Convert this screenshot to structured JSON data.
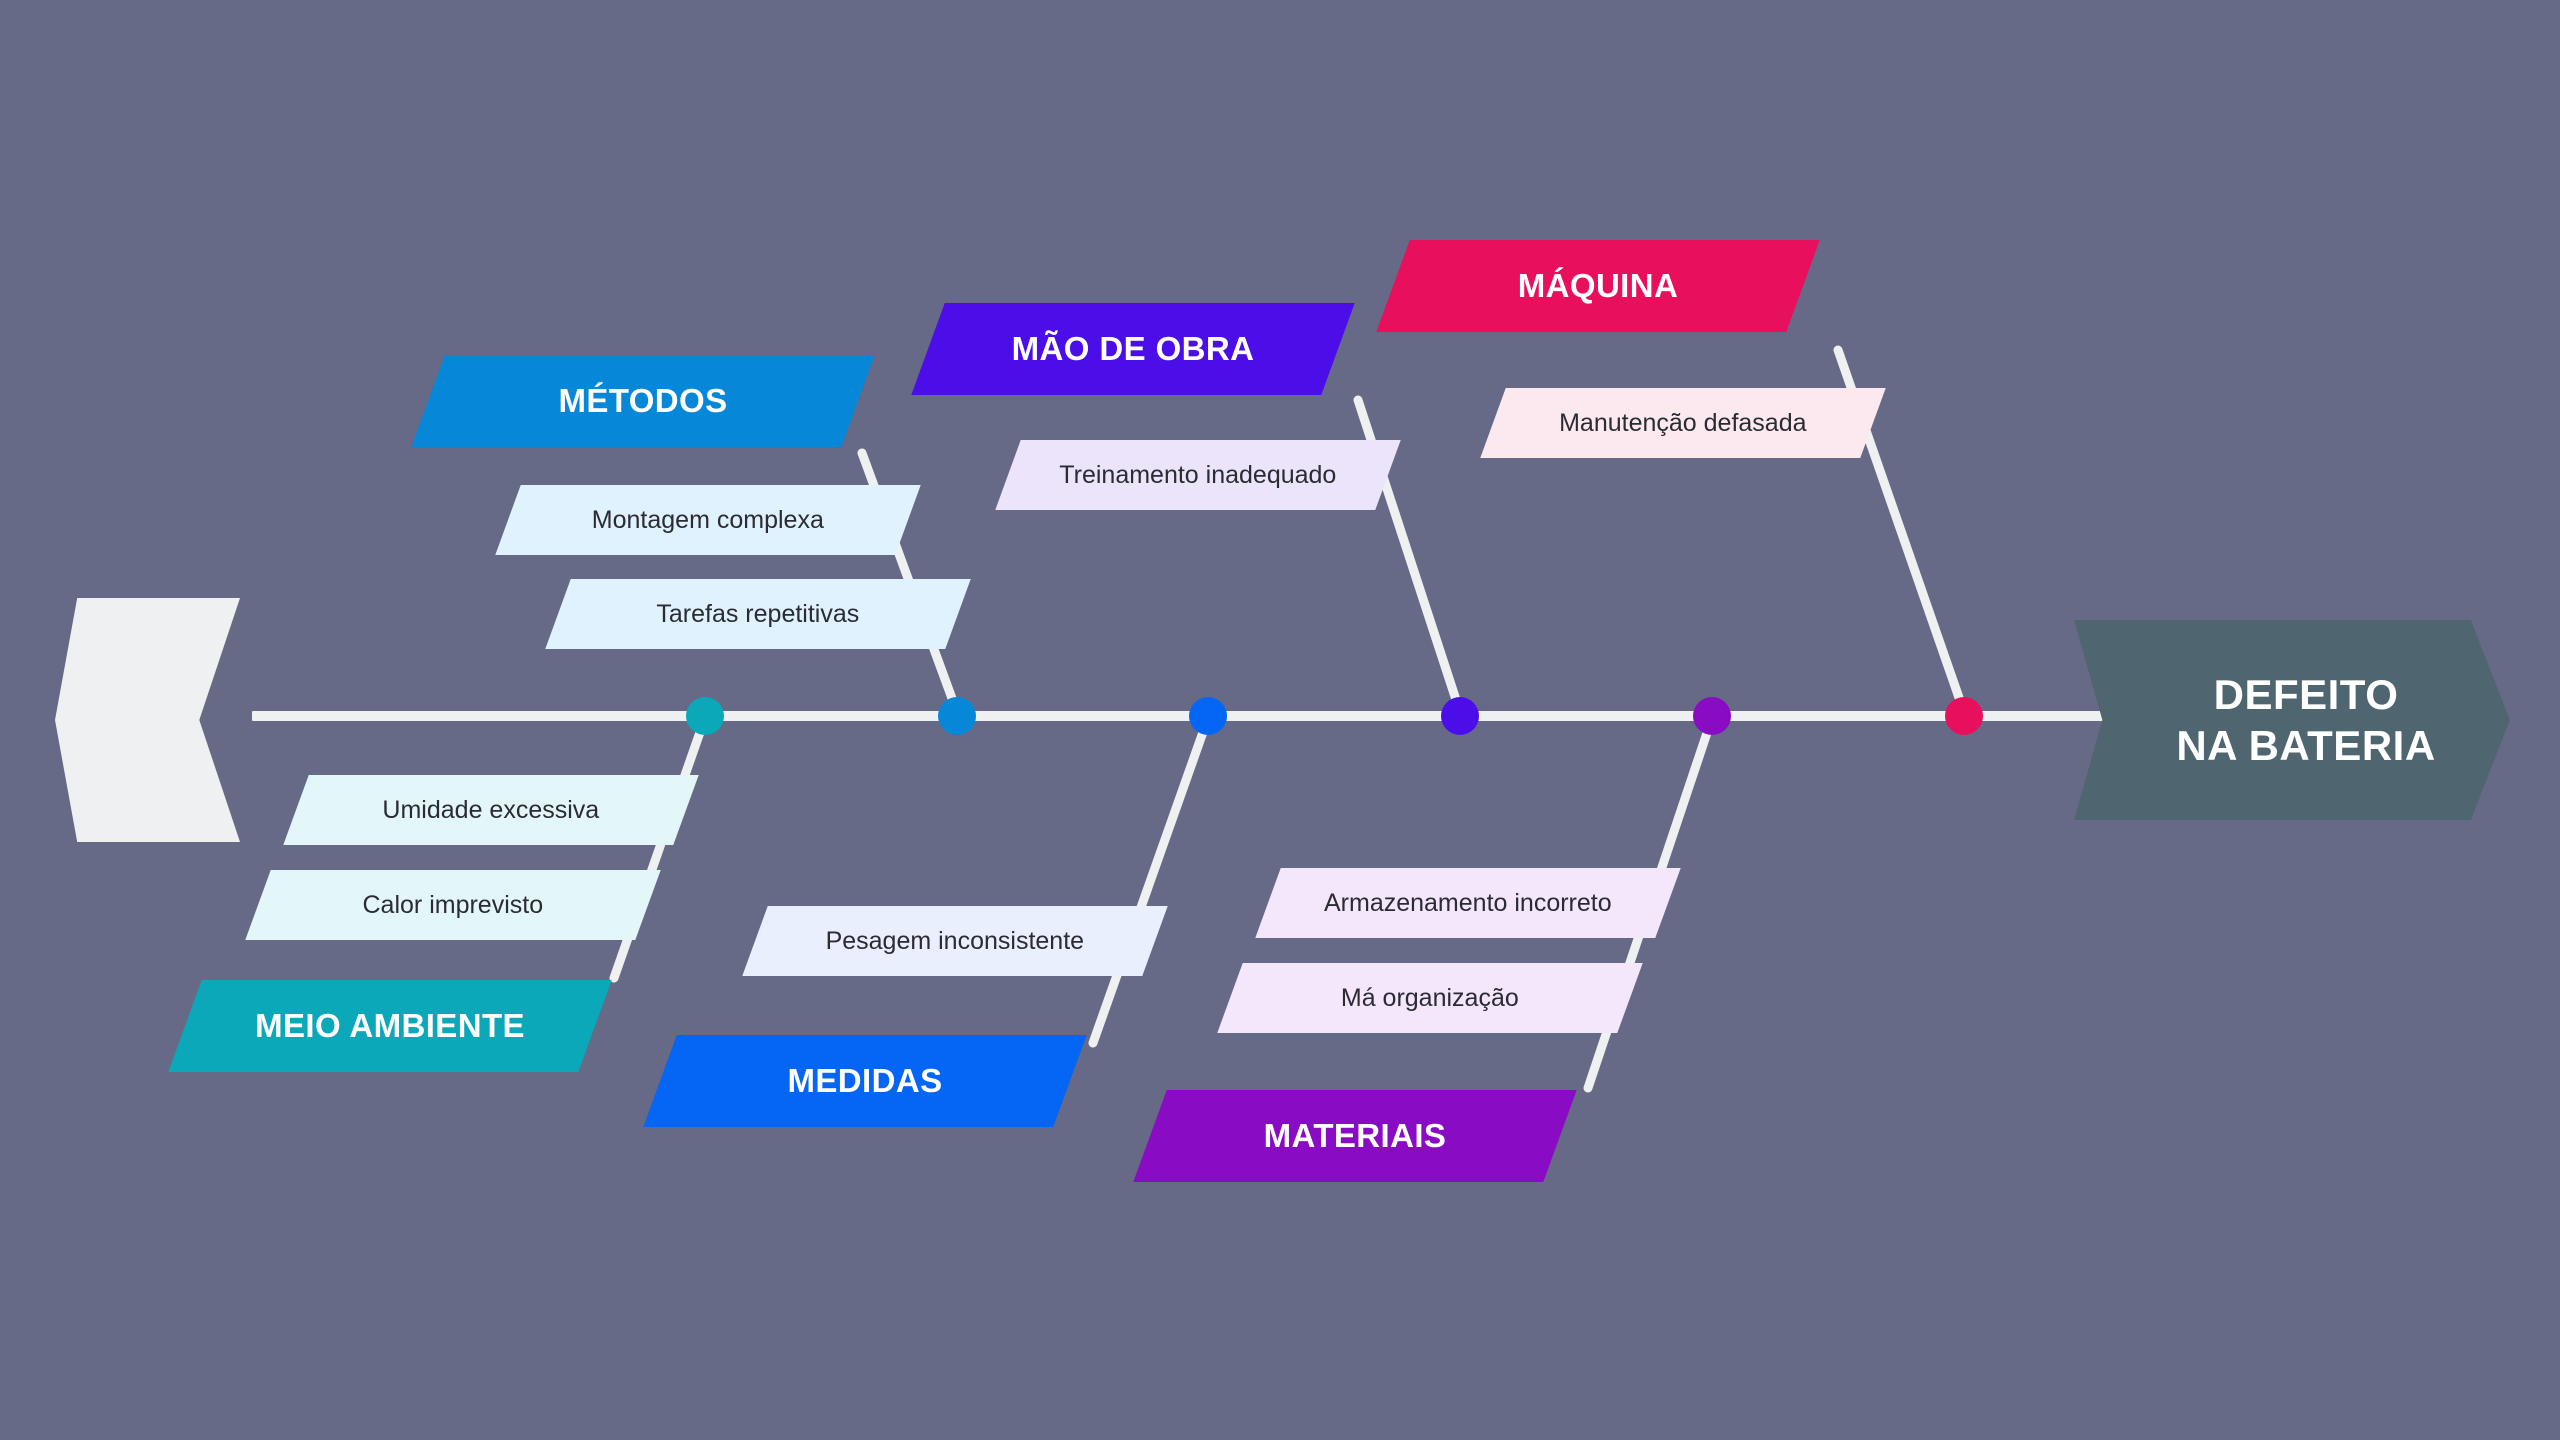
{
  "diagram": {
    "type": "fishbone-ishikawa",
    "language": "pt-BR",
    "background_color": "#666a87",
    "spine_color": "#eff0f1",
    "effect": {
      "label_line1": "DEFEITO",
      "label_line2": "NA BATERIA",
      "color": "#4f6670",
      "text_color": "#ffffff"
    },
    "tail": {
      "color": "#eff0f1"
    },
    "categories": [
      {
        "id": "meio-ambiente",
        "label": "MEIO AMBIENTE",
        "side": "below",
        "color": "#0aa8b8",
        "dot_color": "#0aa8b8",
        "sub_color": "#e3f6f8",
        "causes": [
          "Umidade excessiva",
          "Calor imprevisto"
        ]
      },
      {
        "id": "metodos",
        "label": "MÉTODOS",
        "side": "above",
        "color": "#0787d8",
        "dot_color": "#0787d8",
        "sub_color": "#e0f2fd",
        "causes": [
          "Montagem complexa",
          "Tarefas repetitivas"
        ]
      },
      {
        "id": "medidas",
        "label": "MEDIDAS",
        "side": "below",
        "color": "#0566f5",
        "dot_color": "#0566f5",
        "sub_color": "#e9effc",
        "causes": [
          "Pesagem inconsistente"
        ]
      },
      {
        "id": "mao-de-obra",
        "label": "MÃO DE OBRA",
        "side": "above",
        "color": "#4b0ee8",
        "dot_color": "#4b0ee8",
        "sub_color": "#ece4fb",
        "causes": [
          "Treinamento inadequado"
        ]
      },
      {
        "id": "materiais",
        "label": "MATERIAIS",
        "side": "below",
        "color": "#8a0bc4",
        "dot_color": "#8a0bc4",
        "sub_color": "#f4e6fb",
        "causes": [
          "Armazenamento incorreto",
          "Má organização"
        ]
      },
      {
        "id": "maquina",
        "label": "MÁQUINA",
        "side": "above",
        "color": "#e8105c",
        "dot_color": "#e8105c",
        "sub_color": "#fce9f0",
        "causes": [
          "Manutenção defasada"
        ]
      }
    ]
  }
}
